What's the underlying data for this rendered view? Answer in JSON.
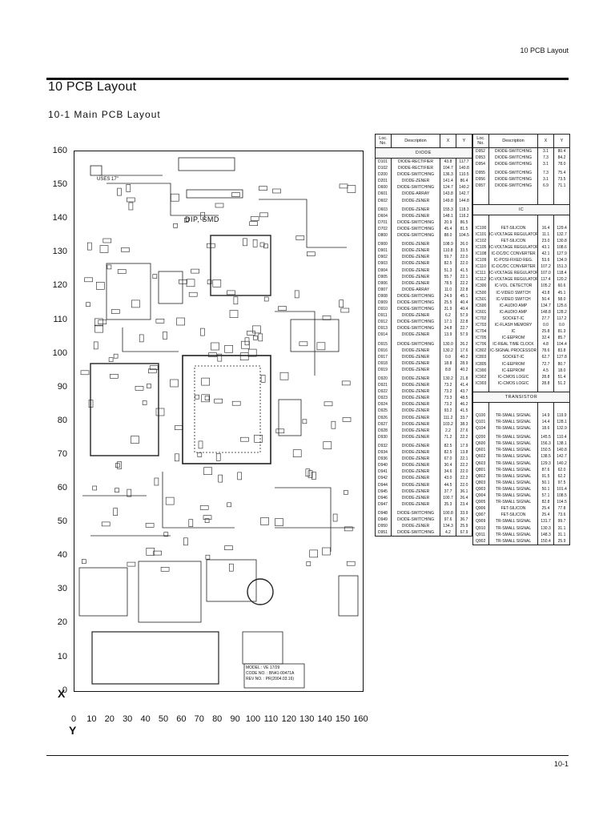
{
  "header": {
    "running_title": "10 PCB Layout",
    "page_number": "10-1"
  },
  "page": {
    "title": "10 PCB Layout",
    "subtitle": "10-1 Main PCB Layout"
  },
  "board": {
    "y_ticks": [
      "160",
      "150",
      "140",
      "130",
      "120",
      "110",
      "100",
      "90",
      "80",
      "70",
      "60",
      "50",
      "40",
      "30",
      "20",
      "10",
      "0"
    ],
    "x_ticks": [
      "0",
      "10",
      "20",
      "30",
      "40",
      "50",
      "60",
      "70",
      "80",
      "90",
      "100",
      "110",
      "120",
      "130",
      "140",
      "150",
      "160"
    ],
    "x_axis_letter": "X",
    "y_axis_letter": "Y",
    "labels": {
      "uses": "USES 17\"",
      "dip_smd": "DIP, SMD",
      "model": "MODEL : VE 17/29",
      "code_no": "CODE NO. : BN41-00471A",
      "rev_no": "REV NO. : PR(2004.03.16)"
    }
  },
  "table_headers": {
    "loc": "Loc. No.",
    "desc": "Description",
    "x": "X",
    "y": "Y"
  },
  "left_table": {
    "section": "DIODE",
    "rows": [
      [
        "D101",
        "DIODE-RECTIFIER",
        "43.8",
        "117.7"
      ],
      [
        "D102",
        "DIODE-RECTIFIER",
        "104.7",
        "140.8"
      ],
      [
        "D200",
        "DIODE-SWITCHING",
        "136.3",
        "110.5"
      ],
      [
        "D201",
        "DIODE-ZENER",
        "141.4",
        "86.4"
      ],
      [
        "D600",
        "DIODE-SWITCHING",
        "124.7",
        "140.2"
      ],
      [
        "D601",
        "DIODE-ARRAY",
        "143.8",
        "142.7"
      ],
      [
        "D602",
        "DIODE-ZENER",
        "149.8",
        "144.8"
      ],
      [
        "D603",
        "DIODE-ZENER",
        "155.3",
        "118.3"
      ],
      [
        "D604",
        "DIODE-ZENER",
        "148.1",
        "116.2"
      ],
      [
        "D701",
        "DIODE-SWITCHING",
        "20.9",
        "86.5"
      ],
      [
        "D702",
        "DIODE-SWITCHING",
        "45.4",
        "81.5"
      ],
      [
        "D800",
        "DIODE-SWITCHING",
        "88.0",
        "104.5"
      ],
      [
        "D900",
        "DIODE-ZENER",
        "108.9",
        "26.0"
      ],
      [
        "D901",
        "DIODE-ZENER",
        "110.8",
        "33.5"
      ],
      [
        "D902",
        "DIODE-ZENER",
        "59.7",
        "22.0"
      ],
      [
        "D903",
        "DIODE-ZENER",
        "82.5",
        "22.0"
      ],
      [
        "D904",
        "DIODE-ZENER",
        "51.3",
        "41.5"
      ],
      [
        "D905",
        "DIODE-ZENER",
        "55.7",
        "22.1"
      ],
      [
        "D906",
        "DIODE-ZENER",
        "78.5",
        "22.2"
      ],
      [
        "D907",
        "DIODE-ARRAY",
        "11.0",
        "22.8"
      ],
      [
        "D908",
        "DIODE-SWITCHING",
        "24.9",
        "45.1"
      ],
      [
        "D909",
        "DIODE-SWITCHING",
        "25.5",
        "40.4"
      ],
      [
        "D910",
        "DIODE-SWITCHING",
        "31.9",
        "40.4"
      ],
      [
        "D911",
        "DIODE-ZENER",
        "6.2",
        "57.9"
      ],
      [
        "D912",
        "DIODE-SWITCHING",
        "17.1",
        "22.8"
      ],
      [
        "D913",
        "DIODE-SWITCHING",
        "24.8",
        "22.7"
      ],
      [
        "D914",
        "DIODE-ZENER",
        "13.9",
        "57.9"
      ],
      [
        "D915",
        "DIODE-SWITCHING",
        "130.0",
        "26.2"
      ],
      [
        "D916",
        "DIODE-ZENER",
        "130.2",
        "17.6"
      ],
      [
        "D917",
        "DIODE-ZENER",
        "0.0",
        "40.2"
      ],
      [
        "D918",
        "DIODE-ZENER",
        "18.8",
        "28.9"
      ],
      [
        "D919",
        "DIODE-ZENER",
        "8.8",
        "40.2"
      ],
      [
        "D920",
        "DIODE-ZENER",
        "130.2",
        "21.8"
      ],
      [
        "D921",
        "DIODE-ZENER",
        "73.2",
        "41.4"
      ],
      [
        "D922",
        "DIODE-ZENER",
        "73.2",
        "43.7"
      ],
      [
        "D923",
        "DIODE-ZENER",
        "73.3",
        "48.5"
      ],
      [
        "D924",
        "DIODE-ZENER",
        "73.2",
        "46.2"
      ],
      [
        "D925",
        "DIODE-ZENER",
        "93.2",
        "41.5"
      ],
      [
        "D926",
        "DIODE-ZENER",
        "111.2",
        "33.7"
      ],
      [
        "D927",
        "DIODE-ZENER",
        "103.2",
        "38.3"
      ],
      [
        "D928",
        "DIODE-ZENER",
        "2.2",
        "27.6"
      ],
      [
        "D930",
        "DIODE-ZENER",
        "71.2",
        "22.2"
      ],
      [
        "D932",
        "DIODE-ZENER",
        "82.5",
        "17.9"
      ],
      [
        "D934",
        "DIODE-ZENER",
        "82.5",
        "13.8"
      ],
      [
        "D936",
        "DIODE-ZENER",
        "67.0",
        "22.1"
      ],
      [
        "D940",
        "DIODE-ZENER",
        "30.4",
        "22.2"
      ],
      [
        "D941",
        "DIODE-ZENER",
        "34.6",
        "22.0"
      ],
      [
        "D942",
        "DIODE-ZENER",
        "43.0",
        "22.2"
      ],
      [
        "D944",
        "DIODE-ZENER",
        "44.5",
        "22.0"
      ],
      [
        "D945",
        "DIODE-ZENER",
        "37.7",
        "36.1"
      ],
      [
        "D946",
        "DIODE-ZENER",
        "100.7",
        "26.4"
      ],
      [
        "D947",
        "DIODE-ZENER",
        "35.3",
        "23.4"
      ],
      [
        "D948",
        "DIODE-SWITCHING",
        "100.8",
        "33.9"
      ],
      [
        "D949",
        "DIODE-SWITCHING",
        "97.6",
        "36.7"
      ],
      [
        "D950",
        "DIODE-ZENER",
        "134.3",
        "25.9"
      ],
      [
        "D951",
        "DIODE-SWITCHING",
        "4.2",
        "67.9"
      ]
    ]
  },
  "right_table": {
    "top_rows": [
      [
        "D952",
        "DIODE-SWITCHING",
        "3.1",
        "80.4"
      ],
      [
        "D953",
        "DIODE-SWITCHING",
        "7.3",
        "84.2"
      ],
      [
        "D954",
        "DIODE-SWITCHING",
        "3.1",
        "78.0"
      ],
      [
        "D955",
        "DIODE-SWITCHING",
        "7.3",
        "75.4"
      ],
      [
        "D956",
        "DIODE-SWITCHING",
        "3.1",
        "73.5"
      ],
      [
        "D957",
        "DIODE-SWITCHING",
        "6.9",
        "71.1"
      ]
    ],
    "ic_section": "IC",
    "ic_rows": [
      [
        "IC100",
        "FET-SILICON",
        "16.4",
        "129.4"
      ],
      [
        "IC101",
        "IC-VOLTAGE REGULATOR",
        "11.1",
        "132.7"
      ],
      [
        "IC102",
        "FET-SILICON",
        "23.0",
        "130.8"
      ],
      [
        "IC105",
        "IC-VOLTAGE REGULATOR",
        "43.1",
        "108.6"
      ],
      [
        "IC108",
        "IC-DC/DC CONVERTER",
        "42.1",
        "127.9"
      ],
      [
        "IC109",
        "IC-POSI-FIXED REG.",
        "53.6",
        "134.9"
      ],
      [
        "IC110",
        "IC-DC/DC CONVERTER",
        "107.2",
        "151.3"
      ],
      [
        "IC111",
        "IC-VOLTAGE REGULATOR",
        "107.0",
        "118.4"
      ],
      [
        "IC112",
        "IC-VOLTAGE REGULATOR",
        "117.4",
        "120.2"
      ],
      [
        "IC300",
        "IC-VOL. DETECTOR",
        "105.2",
        "60.6"
      ],
      [
        "IC500",
        "IC-VIDEO SWITCH",
        "43.8",
        "45.1"
      ],
      [
        "IC501",
        "IC-VIDEO SWITCH",
        "50.4",
        "58.0"
      ],
      [
        "IC600",
        "IC-AUDIO AMP",
        "134.7",
        "125.6"
      ],
      [
        "IC601",
        "IC-AUDIO AMP",
        "148.8",
        "128.2"
      ],
      [
        "IC702",
        "SOCKET-IC",
        "27.7",
        "117.2"
      ],
      [
        "IC703",
        "IC-FLASH MEMORY",
        "0.0",
        "0.0"
      ],
      [
        "IC704",
        "IC",
        "25.8",
        "81.3"
      ],
      [
        "IC705",
        "IC-EEPROM",
        "32.4",
        "85.7"
      ],
      [
        "IC706",
        "IC-REAL TIME CLOCK",
        "4.8",
        "104.4"
      ],
      [
        "IC802",
        "IC-SIGNAL PROCESSOR",
        "78.6",
        "83.8"
      ],
      [
        "IC803",
        "SOCKET-IC",
        "62.7",
        "127.8"
      ],
      [
        "IC805",
        "IC-EEPROM",
        "72.7",
        "80.7"
      ],
      [
        "IC900",
        "IC-EEPROM",
        "4.5",
        "18.0"
      ],
      [
        "IC902",
        "IC-CMOS LOGIC",
        "28.8",
        "51.4"
      ],
      [
        "IC903",
        "IC-CMOS LOGIC",
        "28.8",
        "51.2"
      ]
    ],
    "tr_section": "TRANSISTOR",
    "tr_rows": [
      [
        "Q100",
        "TR-SMALL SIGNAL",
        "14.9",
        "119.9"
      ],
      [
        "Q101",
        "TR-SMALL SIGNAL",
        "14.4",
        "128.1"
      ],
      [
        "Q104",
        "TR-SMALL SIGNAL",
        "18.6",
        "132.9"
      ],
      [
        "Q200",
        "TR-SMALL SIGNAL",
        "145.5",
        "110.4"
      ],
      [
        "Q600",
        "TR-SMALL SIGNAL",
        "156.3",
        "138.1"
      ],
      [
        "Q601",
        "TR-SMALL SIGNAL",
        "150.5",
        "140.8"
      ],
      [
        "Q602",
        "TR-SMALL SIGNAL",
        "138.5",
        "142.7"
      ],
      [
        "Q603",
        "TR-SMALL SIGNAL",
        "129.3",
        "140.2"
      ],
      [
        "Q801",
        "TR-SMALL SIGNAL",
        "87.6",
        "62.0"
      ],
      [
        "Q802",
        "TR-SMALL SIGNAL",
        "91.5",
        "62.2"
      ],
      [
        "Q803",
        "TR-SMALL SIGNAL",
        "50.1",
        "97.5"
      ],
      [
        "Q903",
        "TR-SMALL SIGNAL",
        "50.1",
        "101.4"
      ],
      [
        "Q904",
        "TR-SMALL SIGNAL",
        "57.1",
        "108.5"
      ],
      [
        "Q905",
        "TR-SMALL SIGNAL",
        "82.8",
        "104.5"
      ],
      [
        "Q906",
        "FET-SILICON",
        "25.4",
        "77.8"
      ],
      [
        "Q907",
        "FET-SILICON",
        "25.4",
        "73.6"
      ],
      [
        "Q909",
        "TR-SMALL SIGNAL",
        "131.7",
        "99.7"
      ],
      [
        "Q910",
        "TR-SMALL SIGNAL",
        "130.3",
        "31.1"
      ],
      [
        "Q911",
        "TR-SMALL SIGNAL",
        "148.3",
        "31.1"
      ],
      [
        "Q902",
        "TR-SMALL SIGNAL",
        "150.4",
        "25.9"
      ]
    ]
  }
}
